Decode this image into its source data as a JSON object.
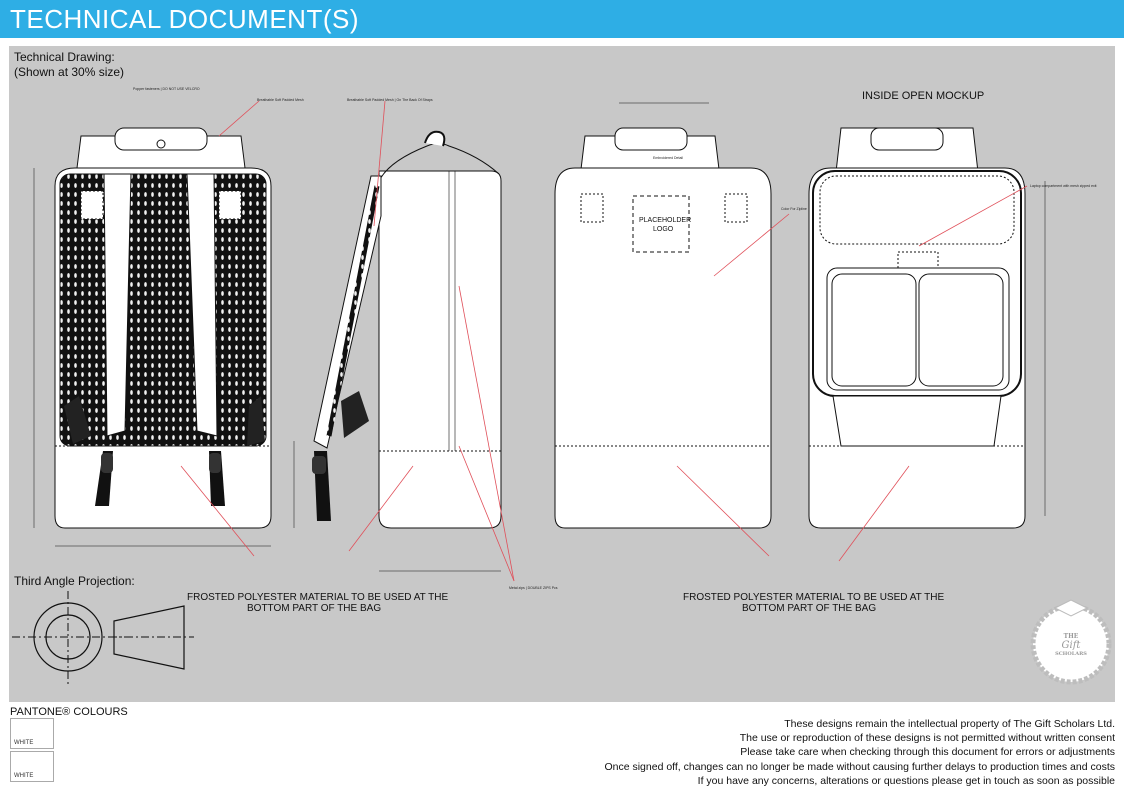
{
  "header": {
    "title": "TECHNICAL DOCUMENT(S)"
  },
  "panel": {
    "technical_drawing_title": "Technical Drawing:",
    "technical_drawing_subtitle": "(Shown at 30% size)",
    "inside_open_mockup": "INSIDE OPEN MOCKUP",
    "third_angle_projection": "Third Angle Projection:",
    "frosted_note_left": [
      "FROSTED POLYESTER MATERIAL TO BE USED AT THE",
      "BOTTOM PART OF THE BAG"
    ],
    "frosted_note_right": [
      "FROSTED POLYESTER MATERIAL TO BE USED AT THE",
      "BOTTOM PART OF THE BAG"
    ],
    "placeholder_logo": [
      "PLACEHOLDER",
      "LOGO"
    ],
    "callouts": {
      "popper_fasteners": "Popper fasteners | DO NOT USE VELCRO",
      "handle_note": "Breathable Soft Padded Mesh",
      "strap_note": "Breathable Soft Padded Mesh | On The Back Of Straps",
      "metal_zips": "Metal zips | DOUBLE ZIPS Pcs",
      "zip_pocket": "Color For Zipline",
      "laptop_compartment": "Laptop compartment with mesh zipped exit",
      "embroidered": "Embroidered Detail"
    }
  },
  "pantone": {
    "title": "PANTONE® COLOURS",
    "swatches": [
      {
        "label": "WHITE",
        "color": "#ffffff"
      },
      {
        "label": "WHITE",
        "color": "#ffffff"
      }
    ]
  },
  "disclaimer": [
    "These designs remain the intellectual property of The Gift Scholars Ltd.",
    "The use or reproduction of these designs is not permitted without written consent",
    "Please take care when checking through this document for errors or adjustments",
    "Once signed off, changes can no longer be made without causing further delays to production times and costs",
    "If you have any concerns, alterations or questions please get in touch as soon as possible"
  ],
  "logo": {
    "text_top": "THE",
    "text_script": "Gift",
    "text_bottom": "SCHOLARS"
  },
  "colors": {
    "header": "#2eaee5",
    "panel": "#c8c8c8",
    "callout_line": "#e0505a"
  }
}
